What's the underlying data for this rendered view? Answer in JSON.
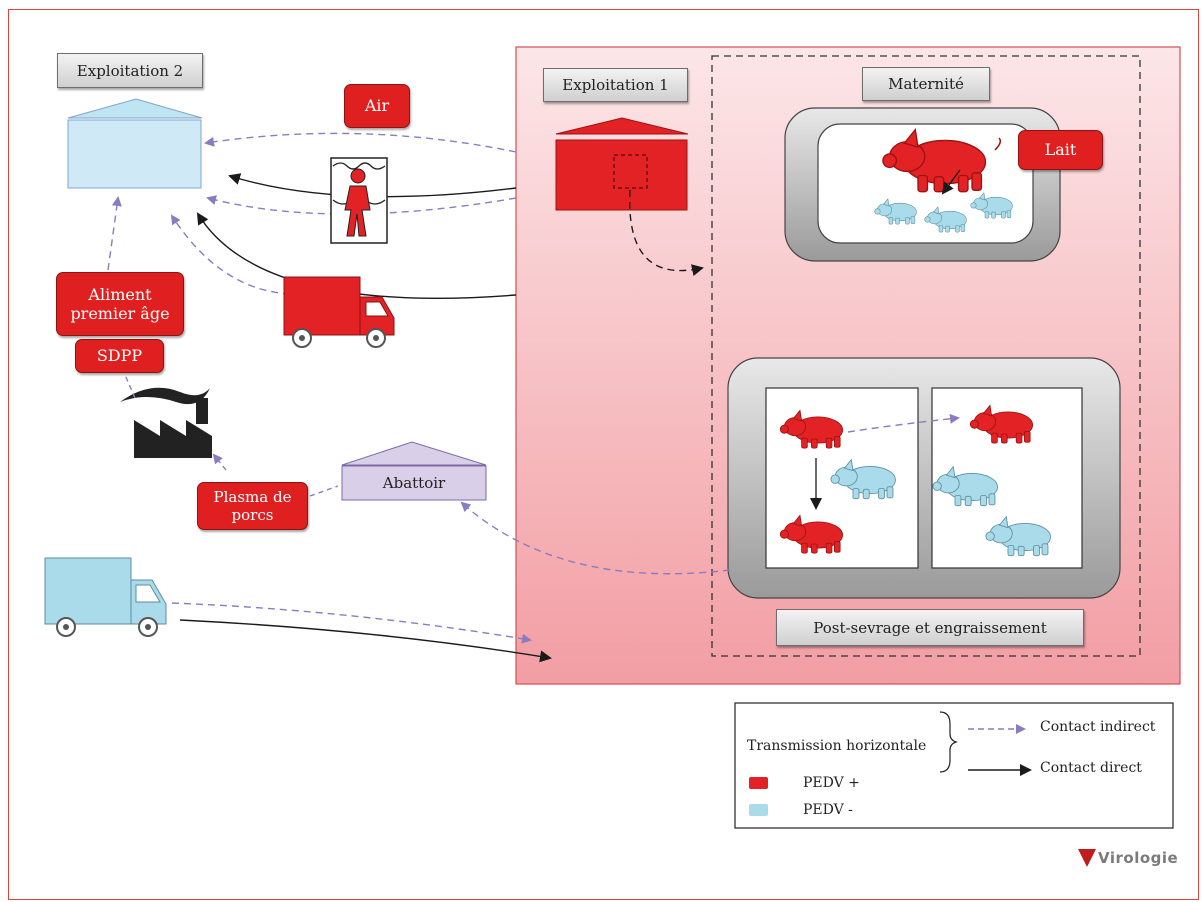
{
  "labels": {
    "exploitation2": "Exploitation 2",
    "exploitation1": "Exploitation 1",
    "maternite": "Maternité",
    "post_sevrage": "Post-sevrage et engraissement",
    "abattoir": "Abattoir"
  },
  "red_labels": {
    "air": "Air",
    "lait": "Lait",
    "aliment_line1": "Aliment",
    "aliment_line2": "premier âge",
    "sdpp": "SDPP",
    "plasma_line1": "Plasma de",
    "plasma_line2": "porcs"
  },
  "legend": {
    "title": "Transmission horizontale",
    "indirect": "Contact indirect",
    "direct": "Contact direct",
    "positive": "PEDV +",
    "negative": "PEDV -"
  },
  "logo": "Virologie",
  "colors": {
    "positive": "#e32226",
    "negative": "#a9dbea",
    "indirect_arrow": "#8a7cc0",
    "direct_arrow": "#1a1a1a",
    "farm1_bg_top": "#fbe3e5",
    "farm1_bg_bottom": "#f3a4a8",
    "abattoir": "#d9cfe9"
  }
}
